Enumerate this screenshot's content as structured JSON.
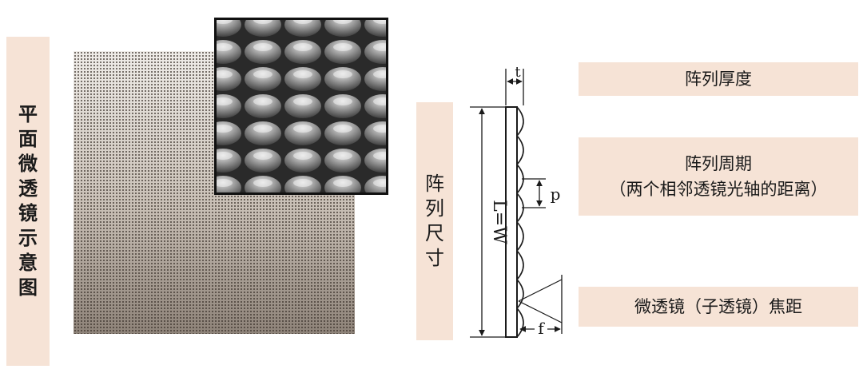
{
  "left_label": {
    "chars": [
      "平",
      "面",
      "微",
      "透",
      "镜",
      "示",
      "意",
      "图"
    ]
  },
  "size_label": {
    "chars": [
      "阵",
      "列",
      "尺",
      "寸"
    ]
  },
  "thickness_label": {
    "text": "阵列厚度"
  },
  "period_label": {
    "line1": "阵列周期",
    "line2": "（两个相邻透镜光轴的距离）"
  },
  "focal_label": {
    "text": "微透镜（子透镜）焦距"
  },
  "schematic": {
    "t": "t",
    "p": "p",
    "length": "L=W",
    "f": "f"
  },
  "colors": {
    "label_bg": "#f6e3d6",
    "sem_dark": "#2a2a2a",
    "sem_bright": "#d8d8d8",
    "ink": "#1a1a1a"
  }
}
